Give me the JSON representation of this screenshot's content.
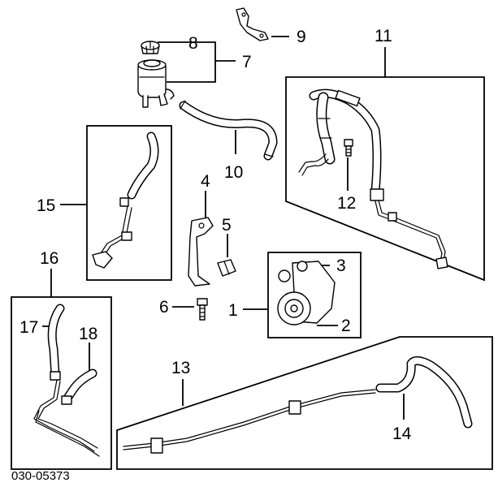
{
  "callouts": {
    "c1": "1",
    "c2": "2",
    "c3": "3",
    "c4": "4",
    "c5": "5",
    "c6": "6",
    "c7": "7",
    "c8": "8",
    "c9": "9",
    "c10": "10",
    "c11": "11",
    "c12": "12",
    "c13": "13",
    "c14": "14",
    "c15": "15",
    "c16": "16",
    "c17": "17",
    "c18": "18"
  },
  "figure_number": "030-05373"
}
